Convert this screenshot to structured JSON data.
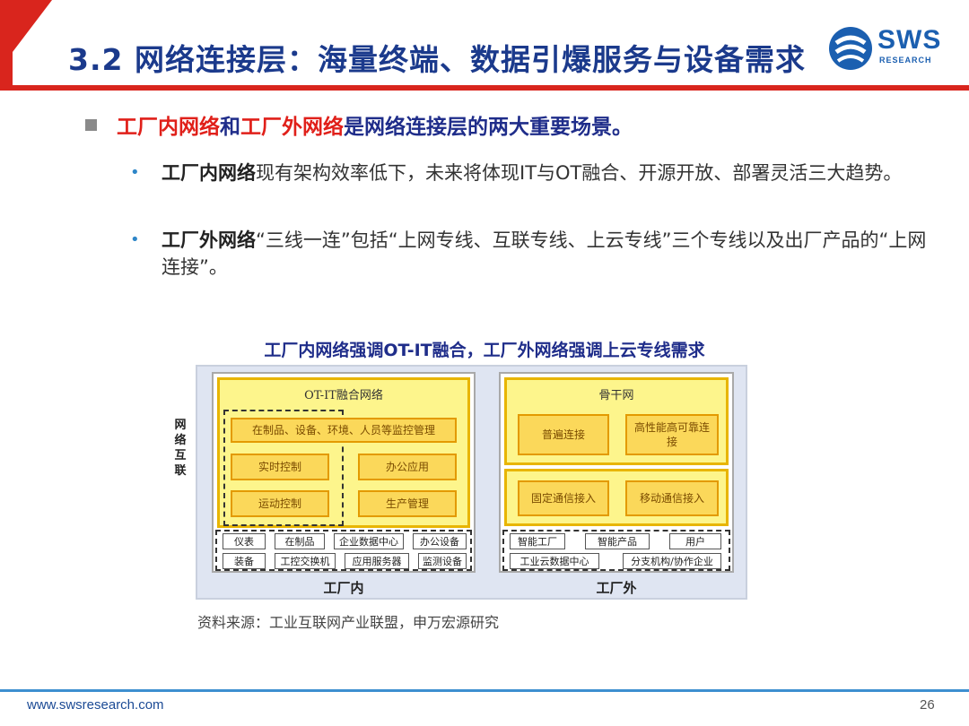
{
  "header": {
    "title": "3.2 网络连接层：海量终端、数据引爆服务与设备需求",
    "logo_text": "SWS",
    "logo_sub": "RESEARCH"
  },
  "bullet_main": {
    "part1": "工厂内网络",
    "part2": "和",
    "part3": "工厂外网络",
    "part4": "是网络连接层的两大重要场景。"
  },
  "sub_bullets": [
    {
      "bold": "工厂内网络",
      "text": "现有架构效率低下，未来将体现IT与OT融合、开源开放、部署灵活三大趋势。"
    },
    {
      "bold": "工厂外网络",
      "text": "“三线一连”包括“上网专线、互联专线、上云专线”三个专线以及出厂产品的“上网连接”。"
    }
  ],
  "diagram": {
    "caption": "工厂内网络强调OT-IT融合，工厂外网络强调上云专线需求",
    "side_label": "网络互联",
    "left": {
      "section_title": "OT-IT融合网络",
      "monitor": "在制品、设备、环境、人员等监控管理",
      "realtime": "实时控制",
      "office_app": "办公应用",
      "motion": "运动控制",
      "production": "生产管理",
      "row1": [
        "仪表",
        "在制品",
        "企业数据中心",
        "办公设备"
      ],
      "row2": [
        "装备",
        "工控交换机",
        "应用服务器",
        "监测设备"
      ],
      "bottom": "工厂内"
    },
    "right": {
      "section_title": "骨干网",
      "general": "普遍连接",
      "hp": "高性能高可靠连接",
      "fixed": "固定通信接入",
      "mobile": "移动通信接入",
      "row1": [
        "智能工厂",
        "智能产品",
        "用户"
      ],
      "row2": [
        "工业云数据中心",
        "分支机构/协作企业"
      ],
      "bottom": "工厂外"
    }
  },
  "source": "资料来源：工业互联网产业联盟，申万宏源研究",
  "footer": {
    "url": "www.swsresearch.com",
    "page": "26"
  },
  "colors": {
    "title_blue": "#1b3a8c",
    "accent_red": "#e0201a",
    "box_yellow": "#fdf58c",
    "footer_line": "#3d8fd0"
  }
}
